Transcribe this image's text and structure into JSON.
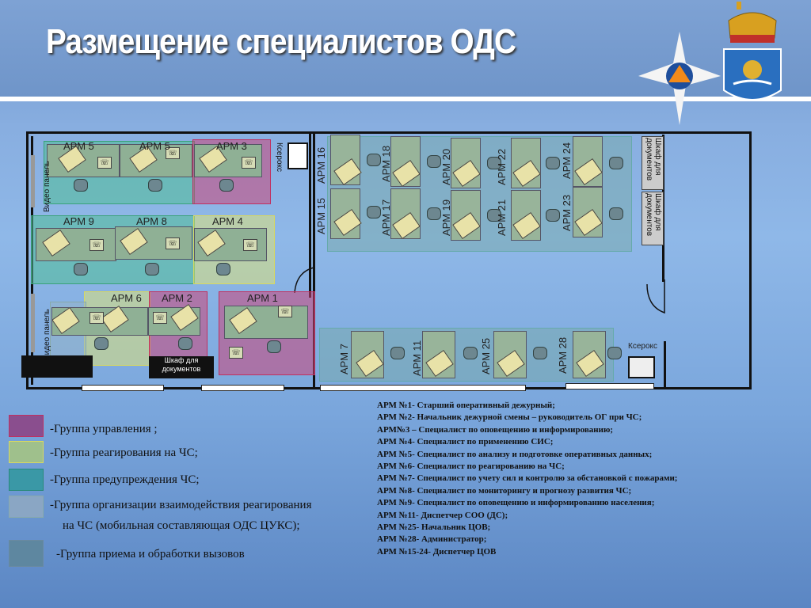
{
  "title": "Размещение специалистов ОДС",
  "emblems": {
    "mchs": "mchs-star-emblem",
    "coat_of_arms": "crowned-shield-emblem"
  },
  "plan": {
    "arm_labels": {
      "arm5a": "АРМ 5",
      "arm5b": "АРМ 5",
      "arm3": "АРМ 3",
      "arm9": "АРМ 9",
      "arm8": "АРМ 8",
      "arm4": "АРМ 4",
      "arm6": "АРМ 6",
      "arm2": "АРМ 2",
      "arm1": "АРМ 1",
      "arm16": "АРМ 16",
      "arm15": "АРМ 15",
      "arm18": "АРМ 18",
      "arm17": "АРМ 17",
      "arm20": "АРМ 20",
      "arm19": "АРМ 19",
      "arm22": "АРМ 22",
      "arm21": "АРМ 21",
      "arm24": "АРМ 24",
      "arm23": "АРМ 23",
      "arm7": "АРМ 7",
      "arm11": "АРМ 11",
      "arm25": "АРМ 25",
      "arm28": "АРМ 28"
    },
    "video_panel_top": "Видео панель",
    "video_panel_bottom": "Видео панель",
    "xerox_top": "Ксерокс",
    "xerox_bottom": "Ксерокс",
    "cabinet_left": "Шкаф для документов",
    "cabinet_right_1": "Шкаф для документов",
    "cabinet_right_2": "Шкаф для документов"
  },
  "legend": [
    {
      "label": "-Группа управления ;",
      "color": "#8a4e8e"
    },
    {
      "label": "-Группа реагирования на ЧС;",
      "color": "#9fc08c"
    },
    {
      "label": "-Группа предупреждения ЧС;",
      "color": "#3a98a6"
    },
    {
      "label": "-Группа организации взаимодействия реагирования",
      "label2": "на ЧС (мобильная составляющая ОДС ЦУКС);",
      "color": "#8aa6c4"
    },
    {
      "label": "-Группа приема и обработки вызовов",
      "color": "#5e87a0"
    }
  ],
  "notes": [
    "АРМ №1- Старший оперативный дежурный;",
    "АРМ №2- Начальник дежурной смены – руководитель ОГ при ЧС;",
    "АРМ№3 – Специалист по оповещению и информированию;",
    "АРМ №4- Специалист по применению СИС;",
    "АРМ №5- Специалист по анализу и подготовке оперативных данных;",
    "АРМ №6- Специалист по реагированию на ЧС;",
    "АРМ №7- Специалист по учету сил и контролю за обстановкой с пожарами;",
    "АРМ №8- Специалист по мониторингу и прогнозу развития ЧС;",
    "АРМ №9- Специалист по оповещению и информированию населения;",
    "АРМ №11- Диспетчер СОО (ДС);",
    "АРМ №25- Начальник ЦОВ;",
    "АРМ №28- Администратор;",
    "АРМ №15-24- Диспетчер ЦОВ"
  ]
}
